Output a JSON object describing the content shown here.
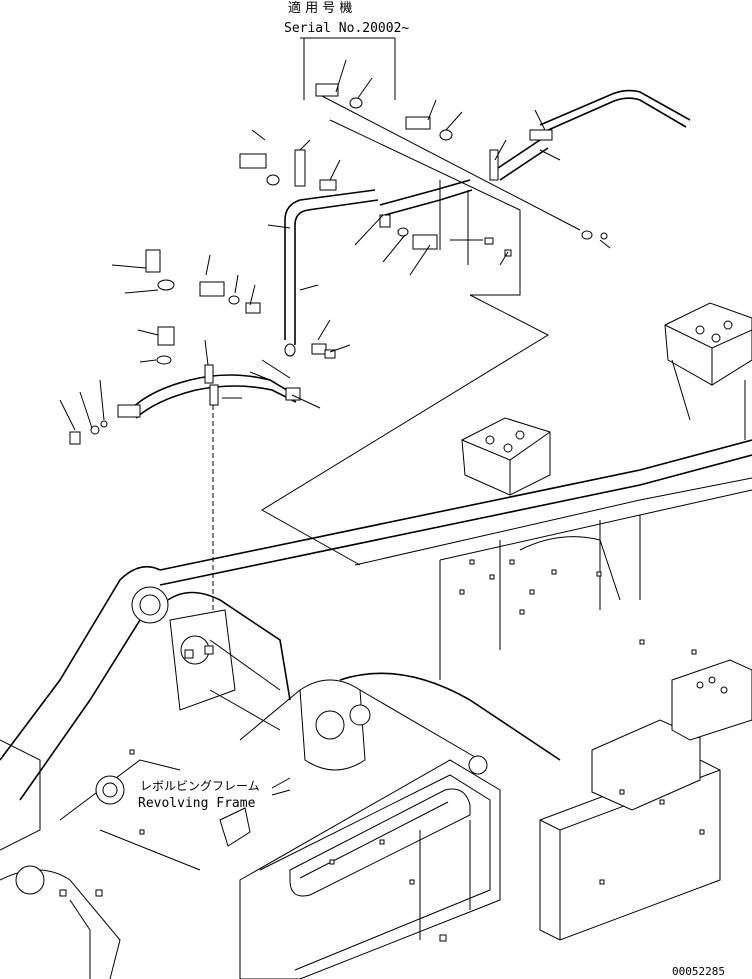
{
  "applicability": {
    "title_jp": "適 用 号 機",
    "serial": "Serial No.20002~"
  },
  "frame_label": {
    "jp": "レボルビングフレーム",
    "en": "Revolving Frame"
  },
  "drawing_number": "00052285"
}
